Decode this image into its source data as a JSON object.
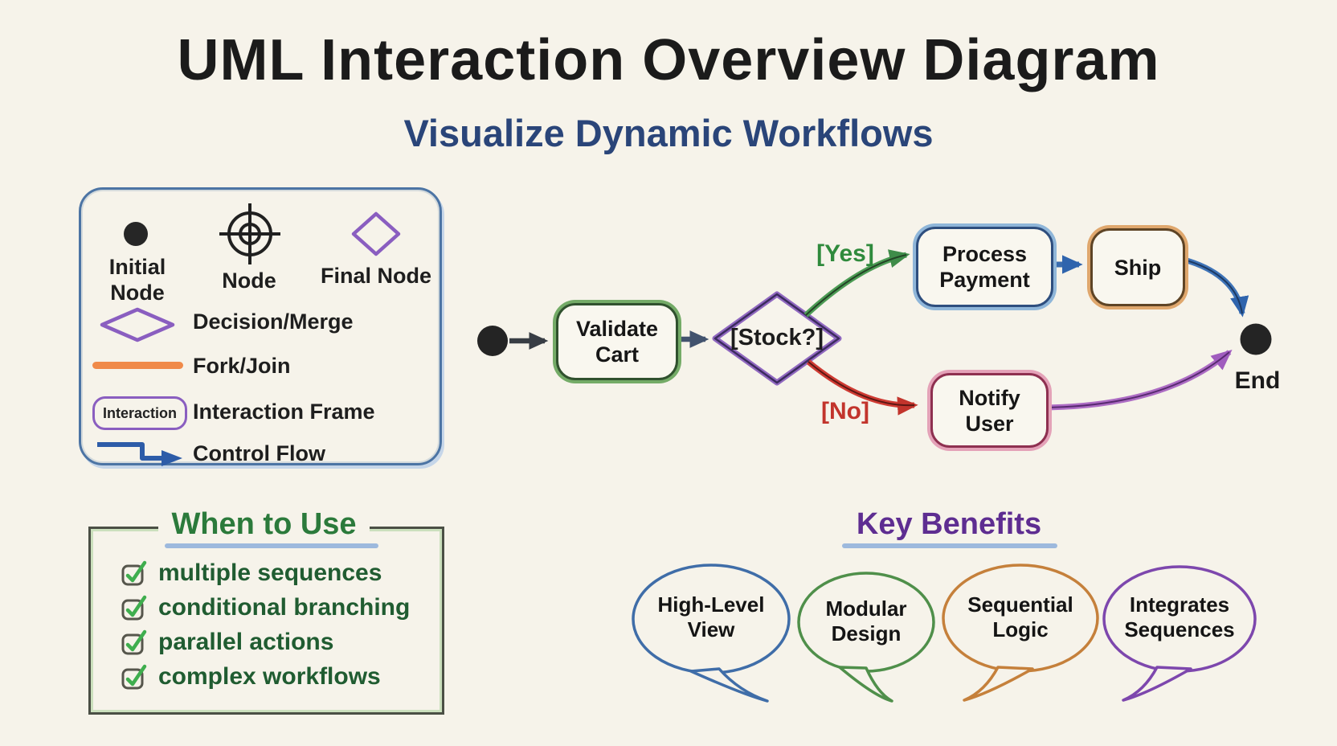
{
  "header": {
    "title": "UML Interaction Overview Diagram",
    "subtitle": "Visualize Dynamic Workflows"
  },
  "legend": {
    "initial_node_label": "Initial Node",
    "node_label": "Node",
    "final_node_label": "Final Node",
    "decision_label": "Decision/Merge",
    "fork_label": "Fork/Join",
    "interaction_frame_label": "Interaction Frame",
    "interaction_frame_text": "Interaction",
    "control_flow_label": "Control Flow"
  },
  "flow": {
    "validate_cart": "Validate Cart",
    "stock_decision": "[Stock?]",
    "yes_label": "[Yes]",
    "no_label": "[No]",
    "process_payment": "Process Payment",
    "ship": "Ship",
    "notify_user": "Notify User",
    "end_label": "End"
  },
  "when_to_use": {
    "title": "When to Use",
    "items": [
      "multiple sequences",
      "conditional branching",
      "parallel actions",
      "complex workflows"
    ]
  },
  "key_benefits": {
    "title": "Key Benefits",
    "bubbles": [
      {
        "label": "High-Level View",
        "color": "#3f6da8"
      },
      {
        "label": "Modular Design",
        "color": "#4f8f4a"
      },
      {
        "label": "Sequential Logic",
        "color": "#c5803b"
      },
      {
        "label": "Integrates Sequences",
        "color": "#7d47ad"
      }
    ]
  },
  "colors": {
    "background": "#f6f3ea",
    "title": "#1b1b1b",
    "subtitle": "#2a4579",
    "legend_border": "#4c74a4",
    "uml_purple": "#8a5ec0",
    "fork_orange": "#f08a4a",
    "control_blue": "#2d5ca8",
    "yes_green": "#2f8a3c",
    "no_red": "#c2342c",
    "validate_green": "#74ab67",
    "process_blue": "#8fb6d9",
    "ship_orange": "#dfa76d",
    "notify_pink": "#e4a2b8",
    "node_black": "#242424",
    "when_green": "#2b7a3b",
    "check_green": "#3fae4e",
    "benefits_purple": "#5e2d91",
    "underline_blue": "#9db9dd"
  }
}
